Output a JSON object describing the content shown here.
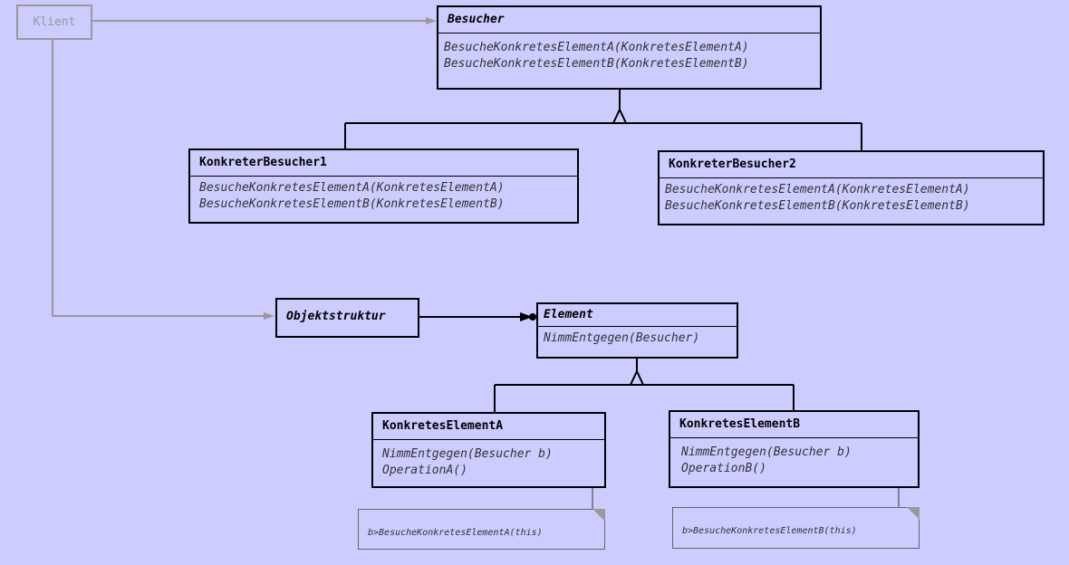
{
  "client": {
    "label": "Klient"
  },
  "classes": {
    "besucher": {
      "name": "Besucher",
      "methods": [
        "BesucheKonkretesElementA(KonkretesElementA)",
        "BesucheKonkretesElementB(KonkretesElementB)"
      ]
    },
    "konkreter_besucher1": {
      "name": "KonkreterBesucher1",
      "methods": [
        "BesucheKonkretesElementA(KonkretesElementA)",
        "BesucheKonkretesElementB(KonkretesElementB)"
      ]
    },
    "konkreter_besucher2": {
      "name": "KonkreterBesucher2",
      "methods": [
        "BesucheKonkretesElementA(KonkretesElementA)",
        "BesucheKonkretesElementB(KonkretesElementB)"
      ]
    },
    "objektstruktur": {
      "name": "Objektstruktur"
    },
    "element": {
      "name": "Element",
      "methods": [
        "NimmEntgegen(Besucher)"
      ]
    },
    "konkretes_element_a": {
      "name": "KonkretesElementA",
      "methods": [
        "NimmEntgegen(Besucher b)",
        "OperationA()"
      ]
    },
    "konkretes_element_b": {
      "name": "KonkretesElementB",
      "methods": [
        "NimmEntgegen(Besucher b)",
        "OperationB()"
      ]
    }
  },
  "notes": {
    "note_a": "b>BesucheKonkretesElementA(this)",
    "note_b": "b>BesucheKonkretesElementB(this)"
  },
  "colors": {
    "background": "#ccccff",
    "line": "#000000",
    "client_line": "#999999"
  }
}
